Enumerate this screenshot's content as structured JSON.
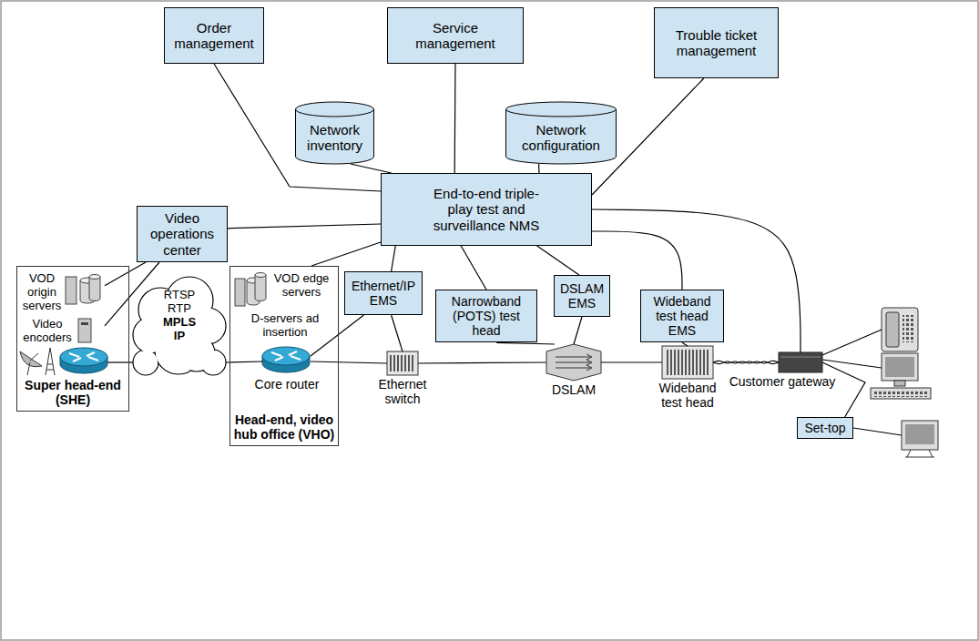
{
  "diagram": {
    "nodes": [
      {
        "text": [
          "Order management"
        ]
      },
      {
        "text": [
          "Service management"
        ]
      },
      {
        "text": [
          "Trouble ticket management"
        ]
      },
      {
        "text": [
          "Network inventory"
        ]
      },
      {
        "text": [
          "Network configuration"
        ]
      },
      {
        "text": [
          "End-to-end triple-play test and surveillance NMS"
        ]
      },
      {
        "text": [
          "Video operations center"
        ]
      },
      {
        "text": [
          "Super head-end (SHE)"
        ]
      },
      {
        "text": [
          "VOD origin servers"
        ],
        "in": 7
      },
      {
        "text": [
          "Video encoders"
        ],
        "in": 7
      },
      {
        "text": [
          "RTSP RTP",
          "MPLS IP"
        ]
      },
      {
        "text": [
          "Head-end, video hub office (VHO)"
        ]
      },
      {
        "text": [
          "VOD edge servers",
          "D-servers ad insertion"
        ],
        "in": 11
      },
      {
        "text": [
          "Core router"
        ],
        "in": 11
      },
      {
        "text": [
          "Ethernet/IP EMS"
        ]
      },
      {
        "text": [
          "Narrowband (POTS) test head"
        ]
      },
      {
        "text": [
          "DSLAM EMS"
        ]
      },
      {
        "text": [
          "Wideband test head EMS"
        ]
      },
      {
        "text": [
          "Ethernet switch"
        ]
      },
      {
        "text": [
          "DSLAM"
        ]
      },
      {
        "text": [
          "Wideband test head"
        ]
      },
      {
        "text": [
          "Customer gateway"
        ]
      },
      {
        "text": [
          "Set-top"
        ]
      }
    ],
    "edges": [
      {
        "from": 0,
        "to": 5,
        "arrow": "none"
      },
      {
        "from": 1,
        "to": 5,
        "arrow": "none"
      },
      {
        "from": 2,
        "to": 5,
        "arrow": "none"
      },
      {
        "from": 3,
        "to": 5,
        "arrow": "none"
      },
      {
        "from": 4,
        "to": 5,
        "arrow": "none"
      },
      {
        "from": 5,
        "to": 6,
        "arrow": "none"
      },
      {
        "from": 6,
        "to": 8,
        "arrow": "none"
      },
      {
        "from": 6,
        "to": 9,
        "arrow": "none"
      },
      {
        "from": 7,
        "to": 10,
        "arrow": "none"
      },
      {
        "from": 10,
        "to": 13,
        "arrow": "none"
      },
      {
        "from": 5,
        "to": 11,
        "arrow": "none"
      },
      {
        "from": 5,
        "to": 14,
        "arrow": "none"
      },
      {
        "from": 14,
        "to": 13,
        "arrow": "none"
      },
      {
        "from": 14,
        "to": 18,
        "arrow": "none"
      },
      {
        "from": 13,
        "to": 18,
        "arrow": "none"
      },
      {
        "from": 5,
        "to": 15,
        "arrow": "none"
      },
      {
        "from": 15,
        "to": 19,
        "arrow": "none"
      },
      {
        "from": 5,
        "to": 16,
        "arrow": "none"
      },
      {
        "from": 16,
        "to": 19,
        "arrow": "none"
      },
      {
        "from": 18,
        "to": 19,
        "arrow": "none"
      },
      {
        "from": 5,
        "to": 17,
        "arrow": "none"
      },
      {
        "from": 17,
        "to": 20,
        "arrow": "none"
      },
      {
        "from": 19,
        "to": 20,
        "arrow": "none"
      },
      {
        "from": 20,
        "to": 21,
        "arrow": "none"
      },
      {
        "from": 5,
        "to": 21,
        "arrow": "none"
      },
      {
        "from": 21,
        "to": 22,
        "arrow": "none"
      }
    ]
  }
}
